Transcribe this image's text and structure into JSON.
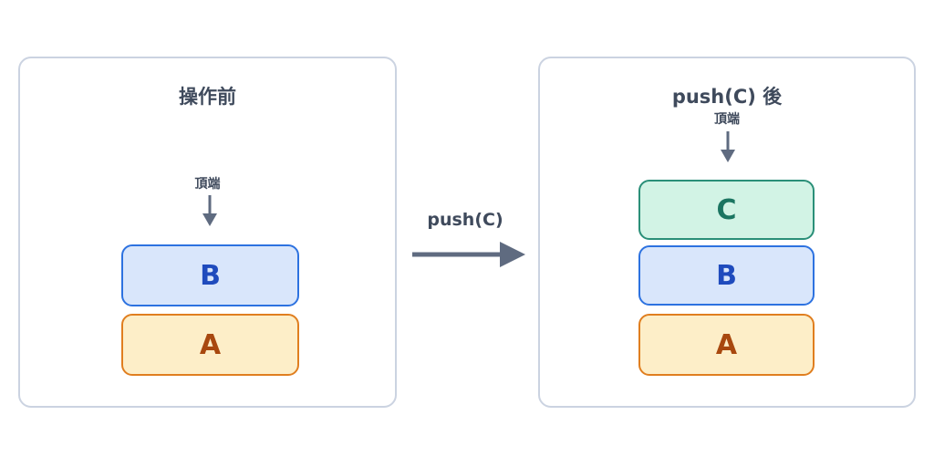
{
  "diagram": {
    "before": {
      "title": "操作前",
      "top_label": "頂端",
      "stack": [
        "B",
        "A"
      ]
    },
    "operation": {
      "label": "push(C)"
    },
    "after": {
      "title": "push(C) 後",
      "top_label": "頂端",
      "stack": [
        "C",
        "B",
        "A"
      ]
    }
  },
  "colors": {
    "arrow": "#5f6b80",
    "panel_border": "#cbd3e1",
    "block_a_fill": "#fdeec8",
    "block_a_border": "#e07e1f",
    "block_b_fill": "#d9e6fb",
    "block_b_border": "#2d72e0",
    "block_c_fill": "#d2f3e5",
    "block_c_border": "#2a8f78"
  }
}
